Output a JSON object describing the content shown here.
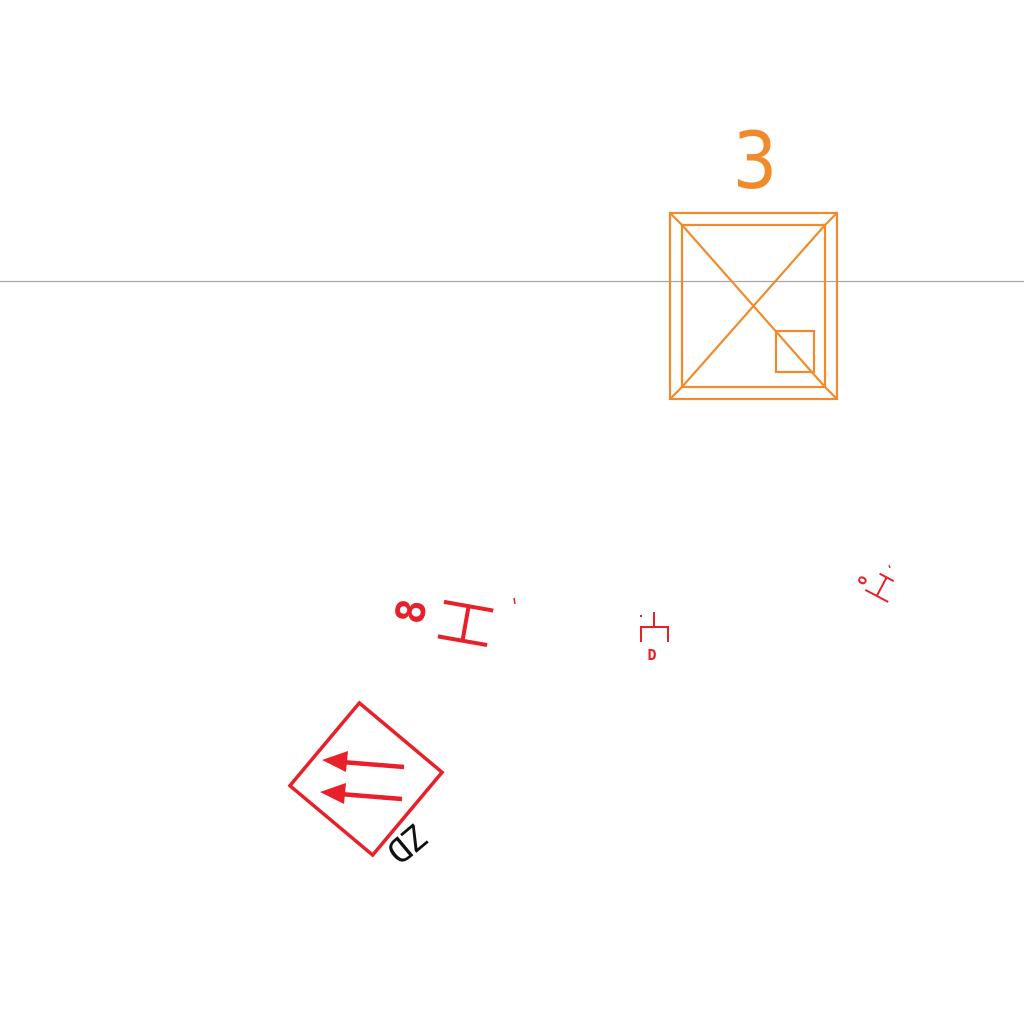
{
  "drawing": {
    "colors": {
      "background": "#ffffff",
      "reference_line": "#a8a8a8",
      "column_symbol": "#f28a2c",
      "fixture_symbol": "#e8202a",
      "text_dark": "#111111"
    },
    "column_label": "3",
    "fixture_labels": {
      "large": "8",
      "middle": "D",
      "small": "o"
    },
    "zone_label": "ZD",
    "icons": [
      "column-box-icon",
      "fixture-symbol-icon",
      "direction-arrows-icon"
    ]
  }
}
